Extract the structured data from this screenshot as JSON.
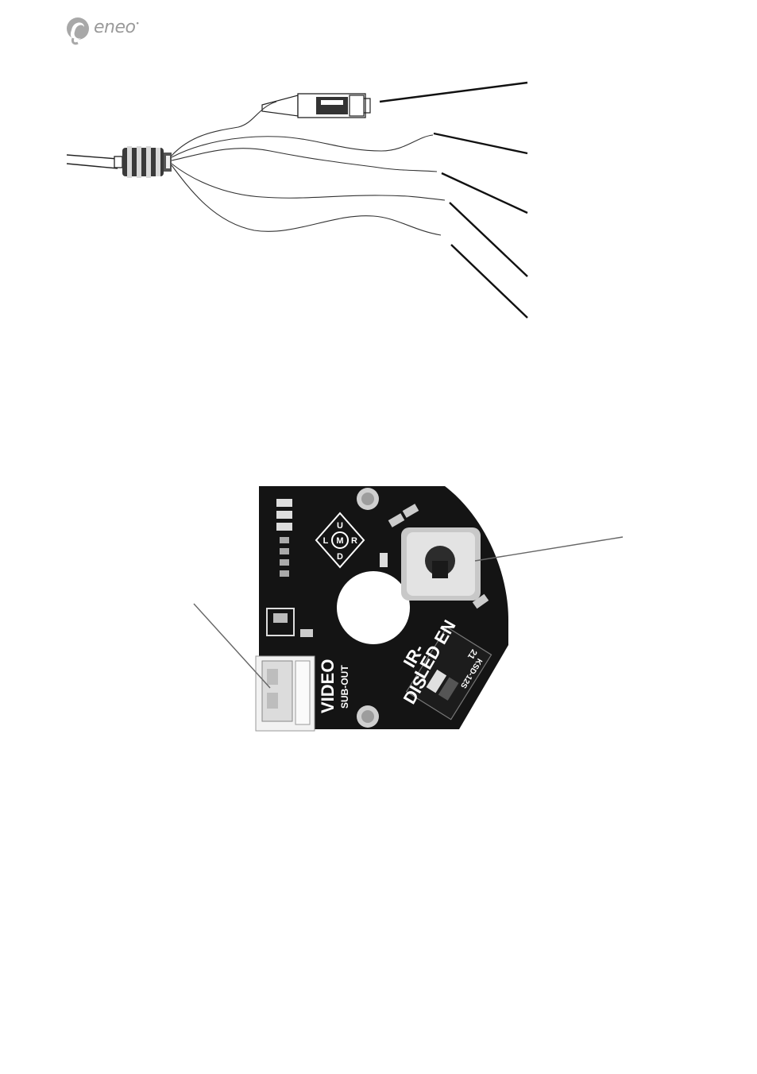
{
  "logo": {
    "text": "eneo",
    "mark": "•"
  },
  "pcb": {
    "direction_pad": {
      "up": "U",
      "left": "L",
      "center": "M",
      "right": "R",
      "down": "D"
    },
    "connector_label": "VIDEO",
    "connector_sublabel": "SUB-OUT",
    "switch_label_top": "IR-",
    "switch_label_enable": "LED EN",
    "switch_label_disable": "DIS",
    "switch_part": "KSD-12S",
    "switch_numbers": "21"
  }
}
